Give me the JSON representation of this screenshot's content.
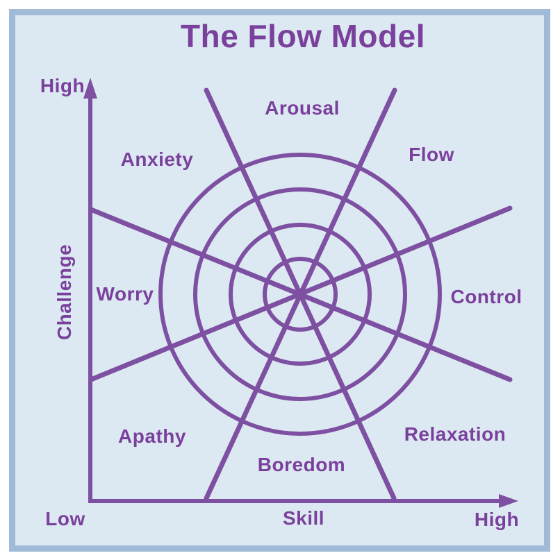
{
  "title": "The Flow Model",
  "colors": {
    "page": "#ffffff",
    "frame": "#a0bbd8",
    "panel": "#dde9f2",
    "text": "#7a419c",
    "line": "#7d50a1"
  },
  "axes": {
    "y_axis_label": "Challenge",
    "y_max_label": "High",
    "origin_label": "Low",
    "x_axis_label": "Skill",
    "x_max_label": "High"
  },
  "sectors": {
    "top": "Arousal",
    "top_right": "Flow",
    "right": "Control",
    "bottom_right": "Relaxation",
    "bottom": "Boredom",
    "bottom_left": "Apathy",
    "left": "Worry",
    "top_left": "Anxiety"
  }
}
